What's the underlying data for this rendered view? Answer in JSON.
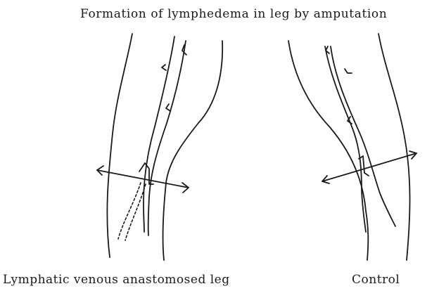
{
  "figure": {
    "title": "Formation of lymphedema in leg by amputation",
    "left_label": "Lymphatic venous anastomosed leg",
    "right_label": "Control"
  },
  "colors": {
    "ink": "#1a1a1a",
    "background": "#ffffff"
  }
}
